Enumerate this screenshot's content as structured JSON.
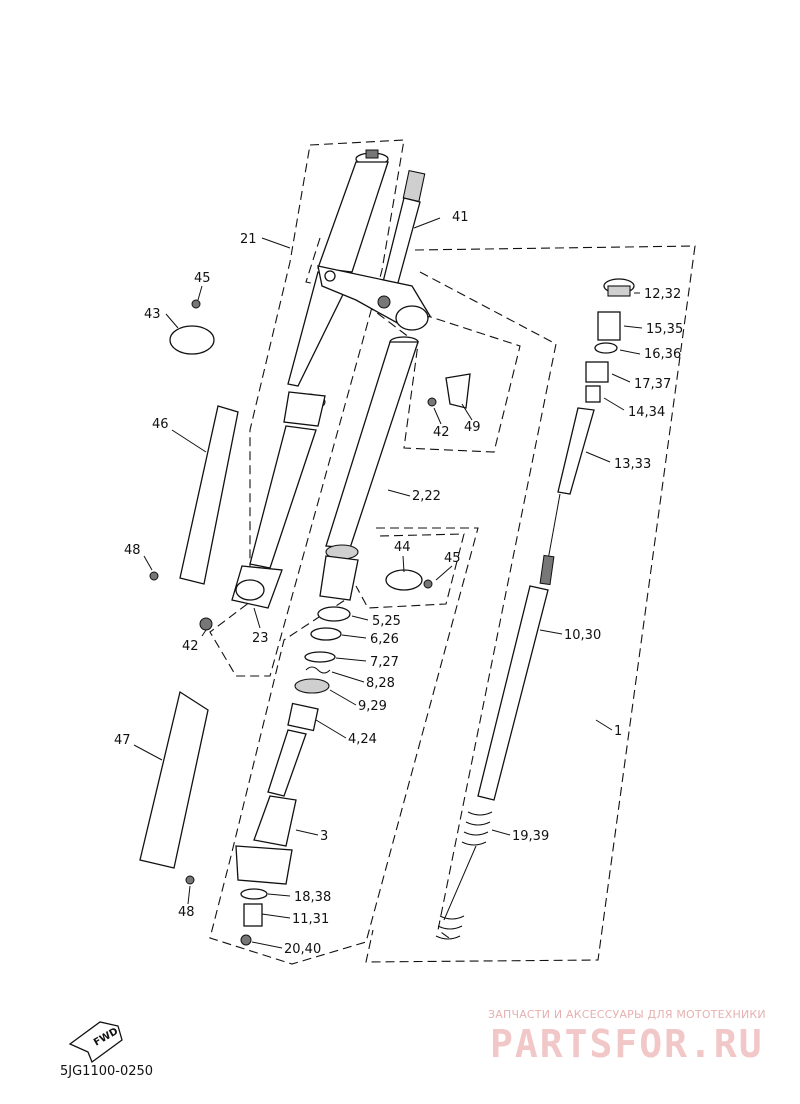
{
  "diagram_code": "5JG1100-0250",
  "fwd_label": "FWD",
  "watermark": {
    "tagline": "ЗАПЧАСТИ И АКСЕССУАРЫ ДЛЯ МОТОТЕХНИКИ",
    "brand": "PARTSFOR.RU"
  },
  "callouts": {
    "c21": "21",
    "c41": "41",
    "c45a": "45",
    "c43": "43",
    "c12": "12,32",
    "c15": "15,35",
    "c16": "16,36",
    "c17": "17,37",
    "c14": "14,34",
    "c42a": "42",
    "c49": "49",
    "c46": "46",
    "c13": "13,33",
    "c2": "2,22",
    "c44": "44",
    "c45b": "45",
    "c48a": "48",
    "c10": "10,30",
    "c5": "5,25",
    "c42b": "42",
    "c23": "23",
    "c6": "6,26",
    "c7": "7,27",
    "c8": "8,28",
    "c9": "9,29",
    "c1": "1",
    "c47": "47",
    "c4": "4,24",
    "c3": "3",
    "c19": "19,39",
    "c18": "18,38",
    "c48b": "48",
    "c11": "11,31",
    "c20": "20,40"
  }
}
